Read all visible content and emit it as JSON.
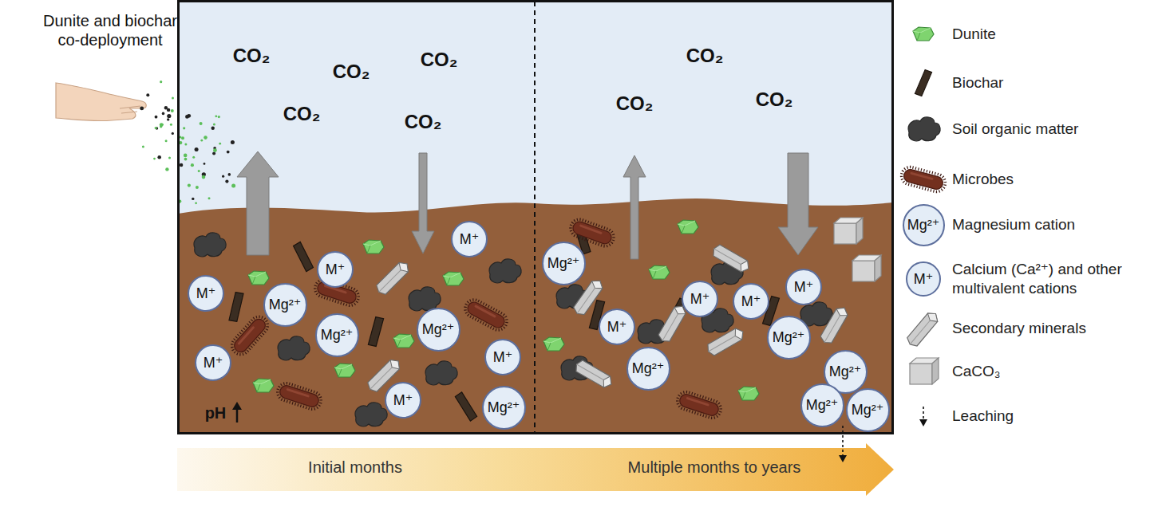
{
  "diagram": {
    "nodes": [
      {
        "text": [
          "M⁺"
        ]
      },
      {
        "text": [
          "M⁺"
        ]
      },
      {
        "text": [
          "M⁺"
        ]
      },
      {
        "text": [
          "Mg²⁺"
        ]
      },
      {
        "text": [
          "Mg²⁺"
        ]
      },
      {
        "text": [
          "Mg²⁺"
        ]
      },
      {
        "text": [
          "M⁺"
        ]
      },
      {
        "text": [
          "M⁺"
        ]
      },
      {
        "text": [
          "M⁺"
        ]
      },
      {
        "text": [
          "Mg²⁺"
        ]
      },
      {
        "text": [
          "Mg²⁺"
        ]
      },
      {
        "text": [
          "M⁺"
        ]
      },
      {
        "text": [
          "M⁺"
        ]
      },
      {
        "text": [
          "M⁺"
        ]
      },
      {
        "text": [
          "M⁺"
        ]
      },
      {
        "text": [
          "Mg²⁺"
        ]
      },
      {
        "text": [
          "Mg²⁺"
        ]
      },
      {
        "text": [
          "Mg²⁺"
        ]
      },
      {
        "text": [
          "Mg²⁺"
        ]
      },
      {
        "text": [
          "Mg²⁺"
        ]
      }
    ],
    "labels": [
      "Dunite and biochar co-deployment",
      "CO₂",
      "CO₂",
      "CO₂",
      "CO₂",
      "CO₂",
      "CO₂",
      "CO₂",
      "CO₂",
      "pH",
      "Initial months",
      "Multiple months to years",
      "Mg²⁺",
      "M⁺"
    ],
    "legend": [
      {
        "text": "Dunite"
      },
      {
        "text": "Biochar"
      },
      {
        "text": "Soil organic matter"
      },
      {
        "text": "Microbes"
      },
      {
        "text": "Magnesium cation"
      },
      {
        "text": "Calcium (Ca²⁺) and other multivalent cations"
      },
      {
        "text": "Secondary minerals"
      },
      {
        "text": "CaCO₃"
      },
      {
        "text": "Leaching"
      }
    ]
  }
}
